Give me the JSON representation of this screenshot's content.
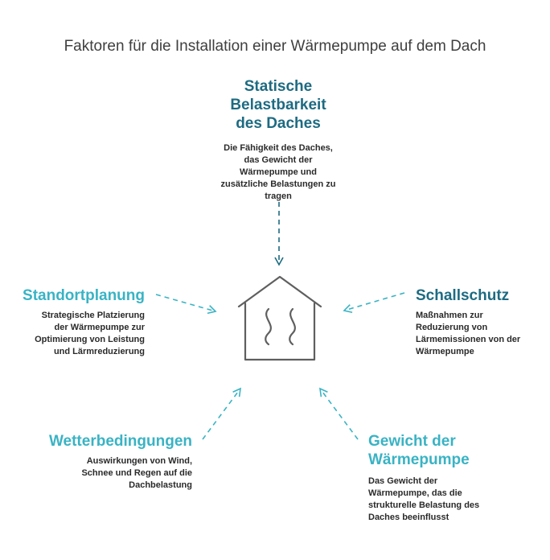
{
  "title": "Faktoren für die Installation einer Wärmepumpe auf dem Dach",
  "colors": {
    "dark_teal": "#1d6b82",
    "light_teal": "#39b3c4",
    "icon_gray": "#5f5f5f"
  },
  "center_icon": "house-heat-icon",
  "factors": {
    "top": {
      "heading": "Statische Belastbarkeit des Daches",
      "description": "Die Fähigkeit des Daches, das Gewicht der Wärmepumpe und zusätzliche Belastungen zu tragen"
    },
    "left": {
      "heading": "Standortplanung",
      "description": "Strategische Platzierung der Wärmepumpe zur Optimierung von Leistung und Lärmreduzierung"
    },
    "right": {
      "heading": "Schallschutz",
      "description": "Maßnahmen zur Reduzierung von Lärmemissionen von der Wärmepumpe"
    },
    "bottom_left": {
      "heading": "Wetterbedingungen",
      "description": "Auswirkungen von Wind, Schnee und Regen auf die Dachbelastung"
    },
    "bottom_right": {
      "heading": "Gewicht der Wärmepumpe",
      "description": "Das Gewicht der Wärmepumpe, das die strukturelle Belastung des Daches beeinflusst"
    }
  }
}
